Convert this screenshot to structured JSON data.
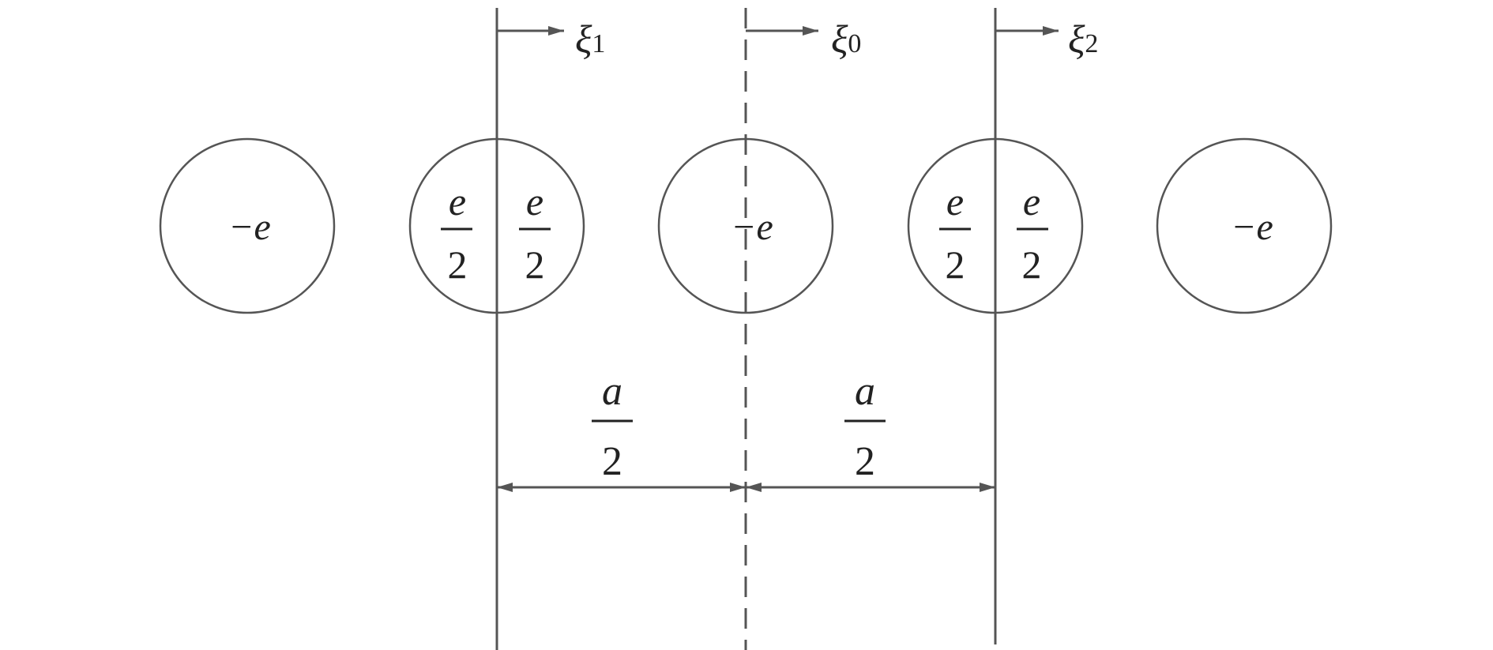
{
  "charges": {
    "negative_label": "−e",
    "half_numerator": "e",
    "half_denominator": "2"
  },
  "planes": [
    {
      "symbol": "ξ",
      "subscript": "1"
    },
    {
      "symbol": "ξ",
      "subscript": "0"
    },
    {
      "symbol": "ξ",
      "subscript": "2"
    }
  ],
  "spacing": {
    "numerator": "a",
    "denominator": "2"
  },
  "colors": {
    "line": "#555555",
    "text": "#222222"
  }
}
